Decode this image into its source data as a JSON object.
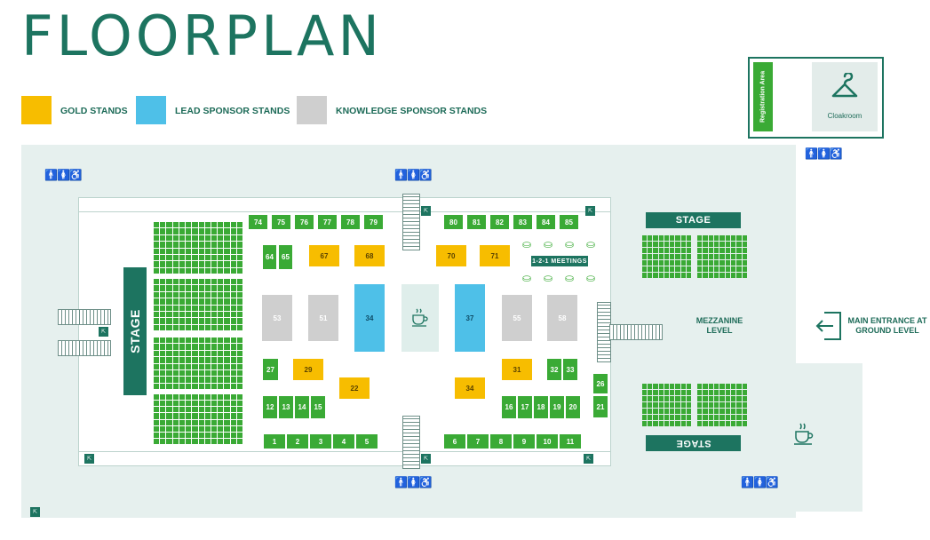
{
  "title": "FLOORPLAN",
  "legend": [
    {
      "label": "GOLD STANDS",
      "color": "#f7bd00"
    },
    {
      "label": "LEAD SPONSOR STANDS",
      "color": "#4ec0e8"
    },
    {
      "label": "KNOWLEDGE SPONSOR STANDS",
      "color": "#cfcfcf"
    }
  ],
  "registration": {
    "area_label": "Registration Area",
    "cloakroom_label": "Cloakroom",
    "icon": "hanger-icon"
  },
  "stage_labels": {
    "main": "STAGE",
    "mezz_top": "STAGE",
    "mezz_bottom": "STAGE"
  },
  "mezzanine_label": "MEZZANINE LEVEL",
  "entrance_label": "MAIN ENTRANCE AT GROUND LEVEL",
  "meetings_label": "1-2-1 MEETINGS",
  "stands": {
    "s74": "74",
    "s75": "75",
    "s76": "76",
    "s77": "77",
    "s78": "78",
    "s79": "79",
    "s80": "80",
    "s81": "81",
    "s82": "82",
    "s83": "83",
    "s84": "84",
    "s85": "85",
    "s64": "64",
    "s65": "65",
    "s67": "67",
    "s68": "68",
    "s70": "70",
    "s71": "71",
    "s53": "53",
    "s51": "51",
    "s34a": "34",
    "s37": "37",
    "s55": "55",
    "s58": "58",
    "s27": "27",
    "s29": "29",
    "s22": "22",
    "s34b": "34",
    "s31": "31",
    "s32": "32",
    "s33": "33",
    "s26": "26",
    "s21": "21",
    "s12": "12",
    "s13": "13",
    "s14": "14",
    "s15": "15",
    "s16": "16",
    "s17": "17",
    "s18": "18",
    "s19": "19",
    "s20": "20",
    "s1": "1",
    "s2": "2",
    "s3": "3",
    "s4": "4",
    "s5": "5",
    "s6": "6",
    "s7": "7",
    "s8": "8",
    "s9": "9",
    "s10": "10",
    "s11": "11"
  },
  "stand_types": {
    "gold": "gold",
    "lead": "lead",
    "knowledge": "knowledge",
    "general": "general"
  },
  "icons": [
    "toilets-accessible-icon",
    "fire-exit-icon",
    "coffee-cup-icon",
    "meeting-table-icon",
    "arrow-left-door-icon",
    "hanger-icon"
  ]
}
